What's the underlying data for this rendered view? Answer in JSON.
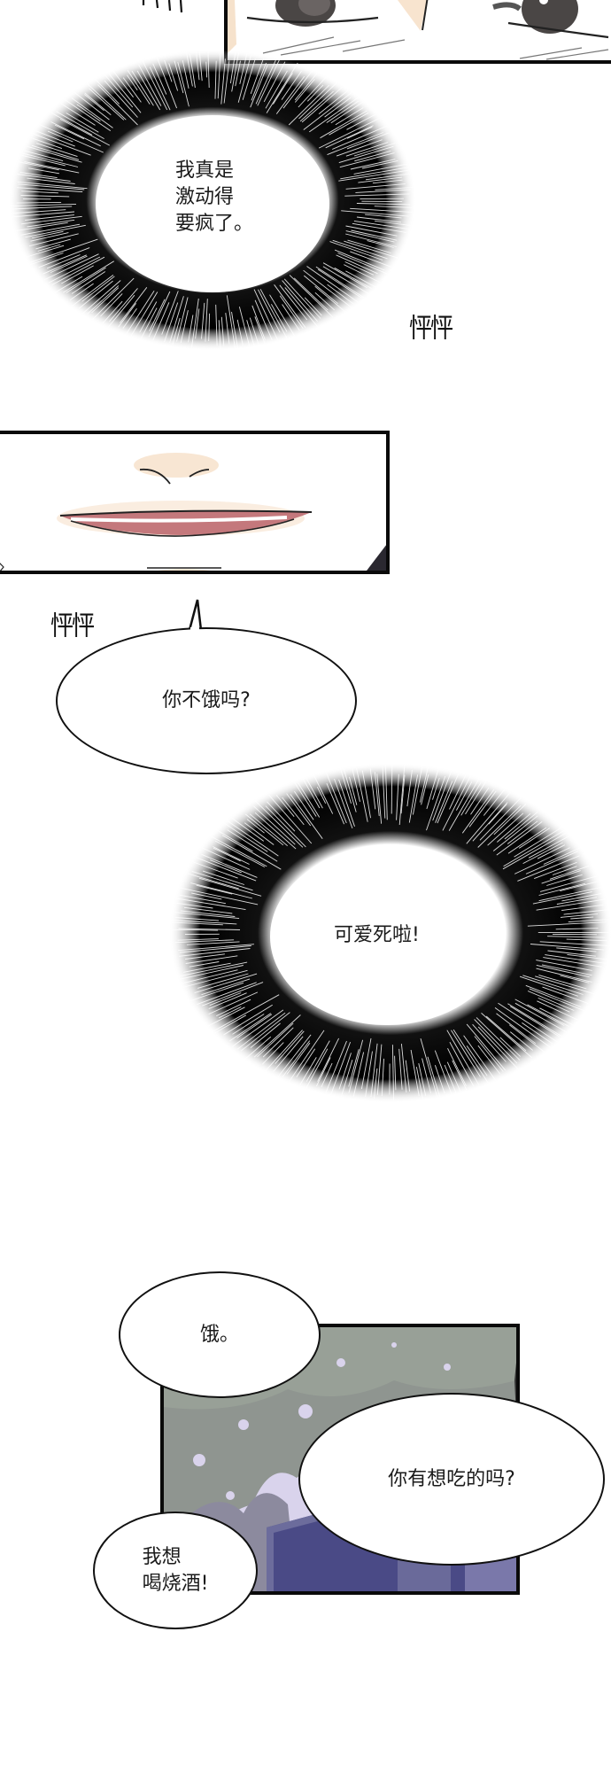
{
  "comic": {
    "panels": [
      {
        "id": "panel-1-eyes",
        "description": "Close-up of eyes with speed lines",
        "colors": {
          "border": "#0a0a0a",
          "skin": "#f6e2cc",
          "iris": "#4a4645",
          "background": "#ffffff"
        }
      },
      {
        "id": "panel-2-smile",
        "description": "Close-up of smiling mouth",
        "colors": {
          "border": "#0a0a0a",
          "lip": "#c4787c",
          "skin": "#f6e2cc",
          "hair": "#2a2830"
        }
      },
      {
        "id": "panel-3-night-trees",
        "description": "Trees and building against twilight sky",
        "colors": {
          "border": "#0a0a0a",
          "foliage": "#8b918d",
          "sky": "#d9d3ec",
          "building": "#4a4a86",
          "building_edge": "#6c6c9c"
        }
      }
    ],
    "burst_1": {
      "lines": [
        "我真是",
        "激动得",
        "要疯了。"
      ]
    },
    "sfx_1": "怦怦",
    "sfx_2": "怦怦",
    "bubble_1": {
      "text": "你不饿吗?"
    },
    "burst_2": {
      "text": "可爱死啦!"
    },
    "bubble_2": {
      "text": "饿。"
    },
    "bubble_3": {
      "text": "你有想吃的吗?"
    },
    "bubble_4": {
      "lines": [
        "我想",
        "喝烧酒!"
      ]
    }
  }
}
